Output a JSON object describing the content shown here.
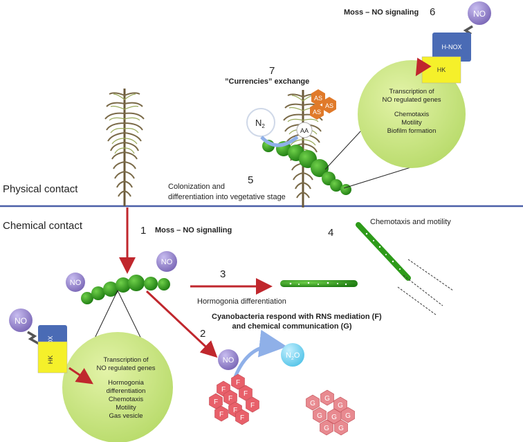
{
  "labels": {
    "physical_contact": "Physical contact",
    "chemical_contact": "Chemical contact",
    "step1_num": "1",
    "step1_label": "Moss – NO signalling",
    "step2_num": "2",
    "step2_label_line1": "Cyanobacteria respond with RNS mediation (F)",
    "step2_label_line2": "and chemical communication (G)",
    "step3_num": "3",
    "step3_label": "Hormogonia differentiation",
    "step4_num": "4",
    "step4_label": "Chemotaxis and motility",
    "step5_num": "5",
    "step5_label_line1": "Colonization  and",
    "step5_label_line2": "differentiation into vegetative stage",
    "step6_num": "6",
    "step6_label": "Moss – NO signaling",
    "step7_num": "7",
    "step7_label": "”Currencies” exchange"
  },
  "molecules": {
    "no": "NO",
    "n2": "N",
    "n2_sub": "2",
    "n2o": "N",
    "n2o_sub": "2",
    "n2o_o": "O",
    "aa": "AA",
    "as": "AS",
    "f": "F",
    "g": "G"
  },
  "sensor": {
    "hnox": "H-NOX",
    "hk": "HK"
  },
  "upper_circle": {
    "line1": "Transcription of",
    "line2": "NO regulated genes",
    "line3": "Chemotaxis",
    "line4": "Motility",
    "line5": "Biofilm formation"
  },
  "lower_circle": {
    "line1": "Transcription of",
    "line2": "NO regulated genes",
    "line3": "Hormogonia",
    "line4": "differentiation",
    "line5": "Chemotaxis",
    "line6": "Motility",
    "line7": "Gas vesicle"
  },
  "colors": {
    "divider": "#4a5fa8",
    "arrow": "#c0272d",
    "cell_green": "#2e9b1a",
    "circle_fill": "#c7e37a",
    "no_purple": "#8f7fc2",
    "hnox_blue": "#4a6bb5",
    "hk_yellow": "#f5f02a",
    "as_orange": "#e07a2a",
    "f_red": "#e8606a",
    "g_pink": "#e88a90",
    "n2o_cyan": "#7fd6ef"
  }
}
